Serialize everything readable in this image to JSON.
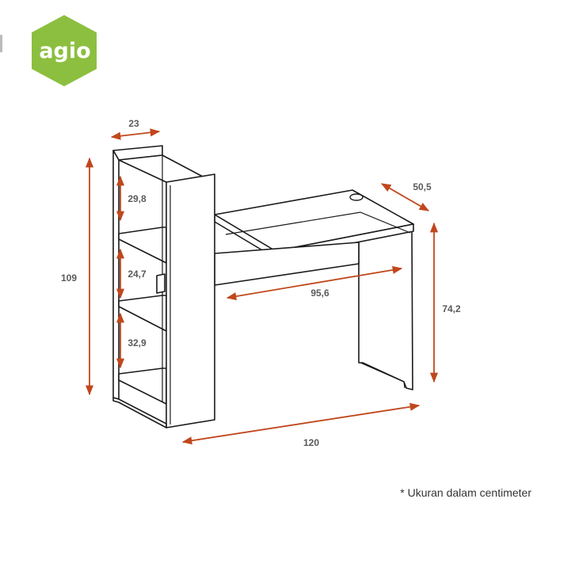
{
  "brand": {
    "logo_text": "agio",
    "logo_color": "#8cbf3f"
  },
  "accent_color": "#c0471c",
  "dimensions": {
    "shelf_width": "23",
    "total_height": "109",
    "shelf_gap_top": "29,8",
    "shelf_gap_middle": "24,7",
    "shelf_gap_bottom": "32,9",
    "desk_depth": "50,5",
    "desk_height": "74,2",
    "desk_inner_width": "95,6",
    "total_width": "120"
  },
  "footnote": "* Ukuran dalam centimeter"
}
